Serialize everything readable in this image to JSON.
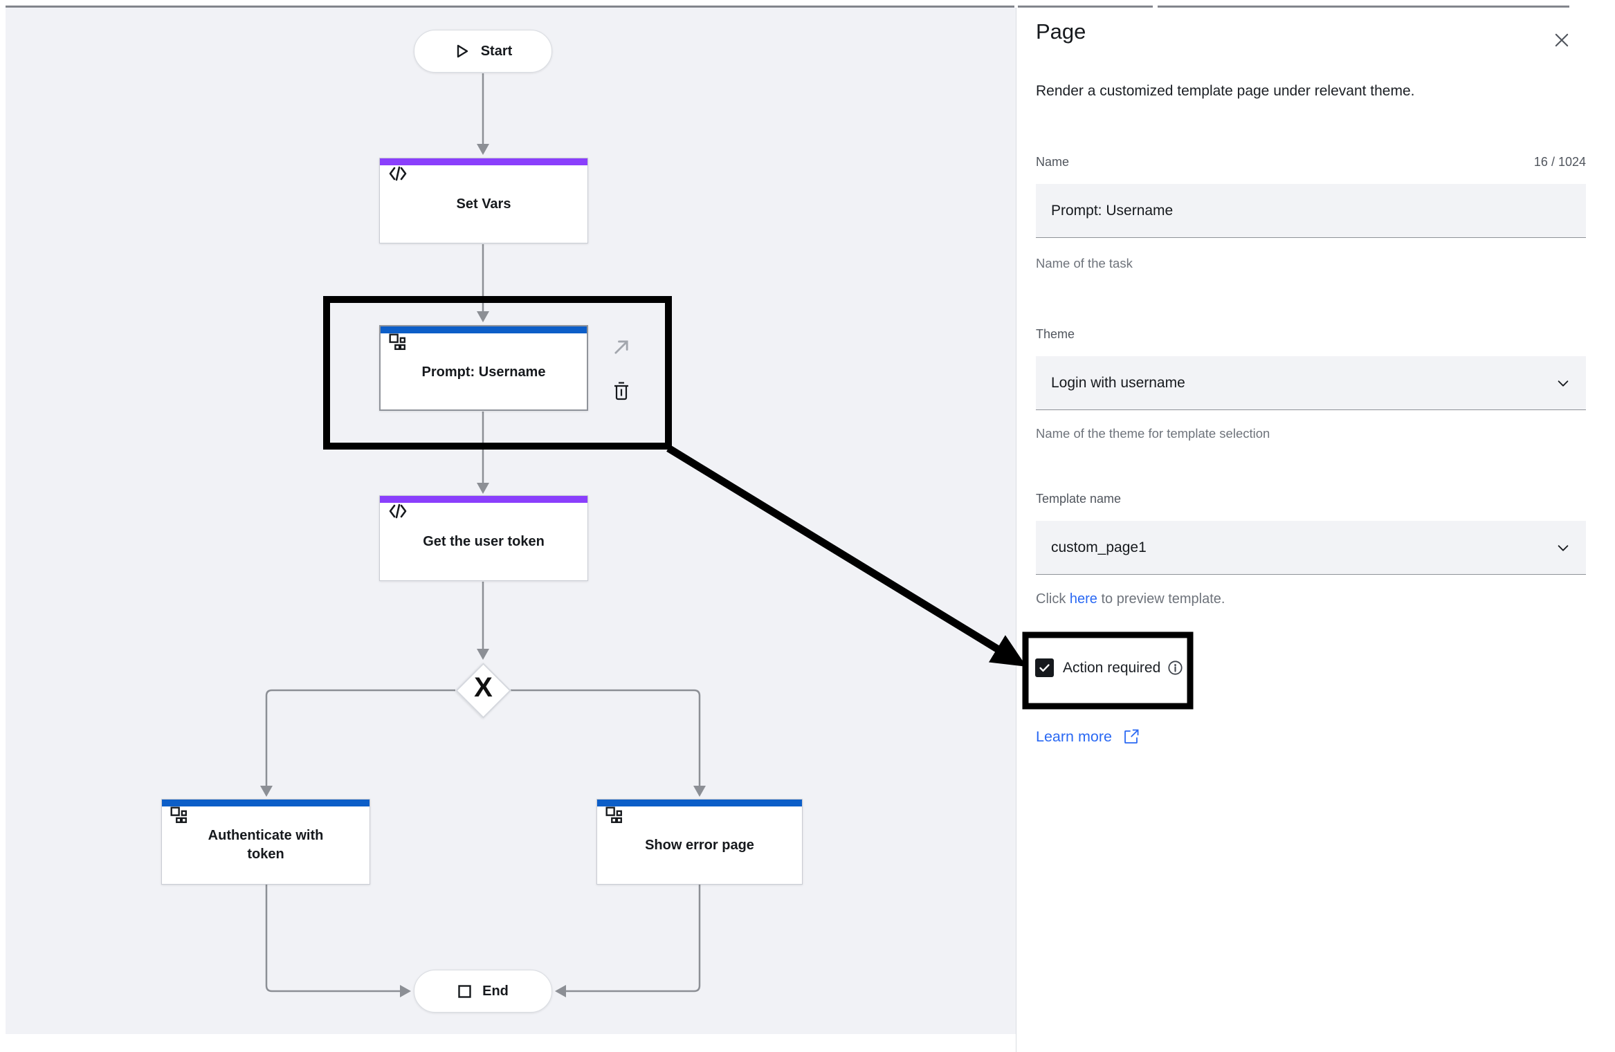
{
  "colors": {
    "canvas_bg": "#f1f2f6",
    "accent_purple": "#8a3ffc",
    "accent_blue": "#0c5ec8",
    "link_blue": "#2968f3",
    "annotation_black": "#000000",
    "edge_gray": "#8c8f95"
  },
  "canvas": {
    "nodes": {
      "start": {
        "label": "Start"
      },
      "set_vars": {
        "label": "Set Vars"
      },
      "prompt_username": {
        "label": "Prompt: Username"
      },
      "get_user_token": {
        "label": "Get the user token"
      },
      "decision": {
        "label": "X"
      },
      "auth_token": {
        "label": "Authenticate with token"
      },
      "show_error": {
        "label": "Show error page"
      },
      "end": {
        "label": "End"
      }
    }
  },
  "panel": {
    "title": "Page",
    "description": "Render a customized template page under relevant theme.",
    "name_field": {
      "label": "Name",
      "counter": "16 / 1024",
      "value": "Prompt: Username",
      "helper": "Name of the task"
    },
    "theme_field": {
      "label": "Theme",
      "value": "Login with username",
      "helper": "Name of the theme for template selection"
    },
    "template_field": {
      "label": "Template name",
      "value": "custom_page1",
      "helper_prefix": "Click ",
      "helper_link": "here",
      "helper_suffix": " to preview template."
    },
    "action_required": {
      "label": "Action required",
      "checked": true
    },
    "learn_more": {
      "label": "Learn more"
    }
  }
}
